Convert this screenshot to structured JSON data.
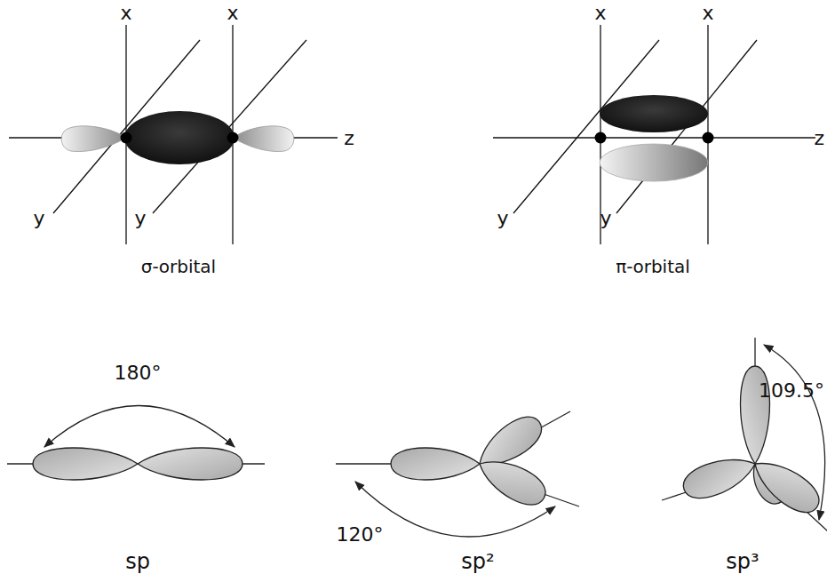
{
  "diagram": {
    "labels": [
      "x",
      "x",
      "y",
      "y",
      "z",
      "σ-orbital",
      "x",
      "x",
      "y",
      "y",
      "z",
      "π-orbital",
      "180°",
      "120°",
      "109.5°",
      "sp",
      "sp²",
      "sp³"
    ]
  }
}
